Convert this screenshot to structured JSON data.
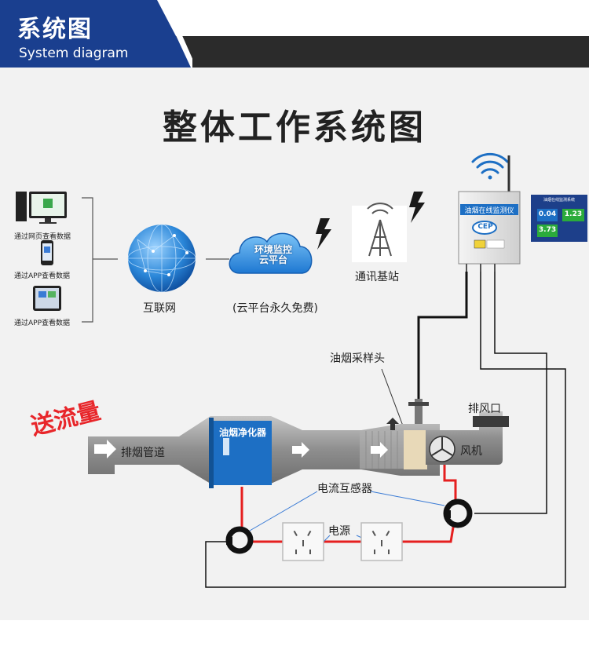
{
  "header": {
    "title_cn": "系统图",
    "title_en": "System diagram"
  },
  "main_title": "整体工作系统图",
  "devices": [
    {
      "label": "通过网页查看数据",
      "icon": "desktop-computer-icon"
    },
    {
      "label": "通过APP查看数据",
      "icon": "smartphone-icon"
    },
    {
      "label": "通过APP查看数据",
      "icon": "tablet-icon"
    }
  ],
  "internet_label": "互联网",
  "cloud": {
    "text_line1": "环境监控",
    "text_line2": "云平台",
    "caption": "(云平台永久免费)"
  },
  "base_station_label": "通讯基站",
  "monitor": {
    "screen_title": "油烟在线监测仪",
    "brand": "CEP"
  },
  "display": {
    "title": "油烟在线监测系统",
    "values": [
      "0.04",
      "1.23",
      "3.73"
    ]
  },
  "sampling_head_label": "油烟采样头",
  "exhaust_outlet_label": "排风口",
  "flow_stamp": "送流量",
  "duct_label": "排烟管道",
  "purifier_label": "油烟净化器",
  "fan_label": "风机",
  "ct_label": "电流互感器",
  "power_label": "电源",
  "colors": {
    "header_blue": "#1a3f8f",
    "header_dark": "#2b2b2b",
    "duct_gray": "#9a9a9a",
    "purifier_blue": "#1d6fc4",
    "wire_red": "#e51f1f",
    "stamp_red": "#e8262a"
  }
}
